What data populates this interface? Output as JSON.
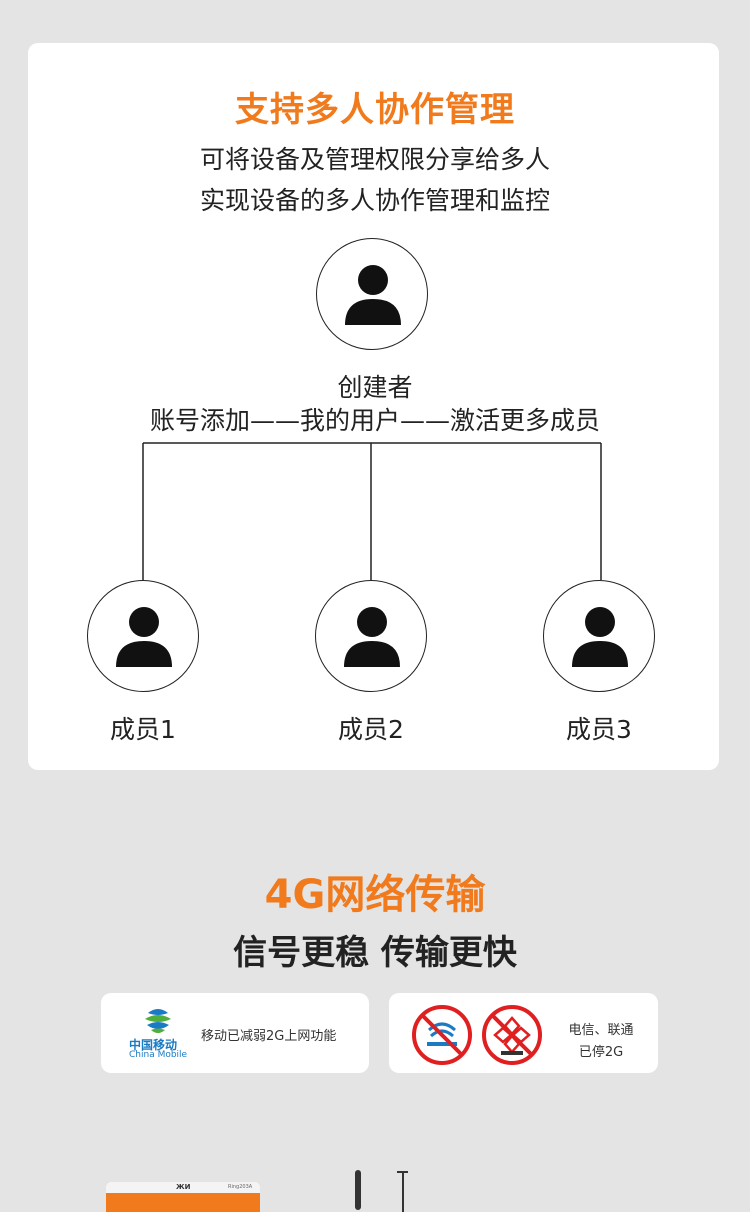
{
  "section1": {
    "title": "支持多人协作管理",
    "subtitle_line1": "可将设备及管理权限分享给多人",
    "subtitle_line2": "实现设备的多人协作管理和监控",
    "creator_label": "创建者",
    "path_text": "账号添加——我的用户——激活更多成员",
    "members": [
      "成员1",
      "成员2",
      "成员3"
    ]
  },
  "section2": {
    "title": "4G网络传输",
    "subtitle": "信号更稳 传输更快",
    "card1": {
      "logo_cn": "中国移动",
      "logo_en": "China Mobile",
      "text": "移动已减弱2G上网功能"
    },
    "card2": {
      "text_line1": "电信、联通",
      "text_line2": "已停2G"
    }
  },
  "device": {
    "brand": "ЖИ",
    "model": "Ring203A"
  },
  "colors": {
    "accent": "#f07a1c",
    "background": "#e4e4e4",
    "card": "#ffffff",
    "prohibit_red": "#e02020",
    "mobile_blue": "#1a7bc4"
  },
  "icons": [
    "user-icon",
    "china-mobile-logo",
    "telecom-prohibited-icon",
    "unicom-prohibited-icon"
  ]
}
